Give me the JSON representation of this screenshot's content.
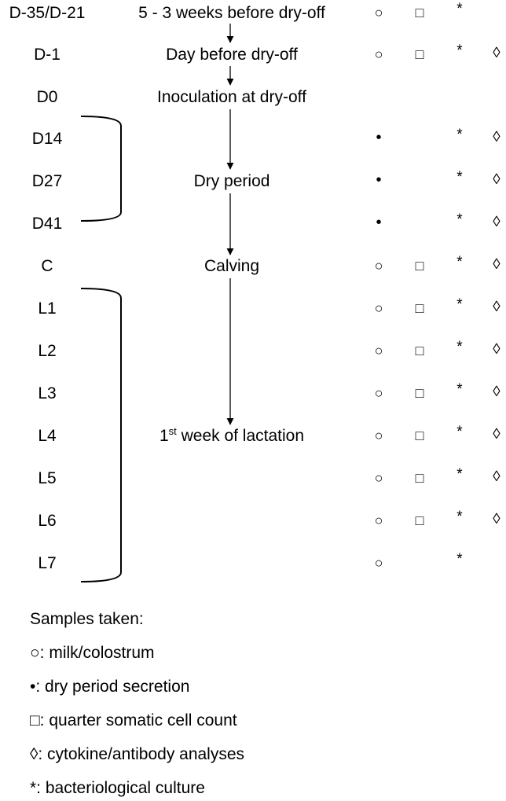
{
  "rows": [
    {
      "day": "D-35/D-21",
      "event": "5 - 3 weeks before dry-off",
      "circle": true,
      "dot": false,
      "square": true,
      "star": true,
      "diamond": false
    },
    {
      "day": "D-1",
      "event": "Day before dry-off",
      "circle": true,
      "dot": false,
      "square": true,
      "star": true,
      "diamond": true
    },
    {
      "day": "D0",
      "event": "Inoculation at dry-off",
      "circle": false,
      "dot": false,
      "square": false,
      "star": false,
      "diamond": false
    },
    {
      "day": "D14",
      "event": "",
      "circle": false,
      "dot": true,
      "square": false,
      "star": true,
      "diamond": true
    },
    {
      "day": "D27",
      "event": "Dry period",
      "circle": false,
      "dot": true,
      "square": false,
      "star": true,
      "diamond": true
    },
    {
      "day": "D41",
      "event": "",
      "circle": false,
      "dot": true,
      "square": false,
      "star": true,
      "diamond": true
    },
    {
      "day": "C",
      "event": "Calving",
      "circle": true,
      "dot": false,
      "square": true,
      "star": true,
      "diamond": true
    },
    {
      "day": "L1",
      "event": "",
      "circle": true,
      "dot": false,
      "square": true,
      "star": true,
      "diamond": true
    },
    {
      "day": "L2",
      "event": "",
      "circle": true,
      "dot": false,
      "square": true,
      "star": true,
      "diamond": true
    },
    {
      "day": "L3",
      "event": "",
      "circle": true,
      "dot": false,
      "square": true,
      "star": true,
      "diamond": true
    },
    {
      "day": "L4",
      "event": "",
      "circle": true,
      "dot": false,
      "square": true,
      "star": true,
      "diamond": true
    },
    {
      "day": "L5",
      "event": "",
      "circle": true,
      "dot": false,
      "square": true,
      "star": true,
      "diamond": true
    },
    {
      "day": "L6",
      "event": "",
      "circle": true,
      "dot": false,
      "square": true,
      "star": true,
      "diamond": true
    },
    {
      "day": "L7",
      "event": "",
      "circle": true,
      "dot": false,
      "square": false,
      "star": true,
      "diamond": false
    }
  ],
  "lactation_event": {
    "prefix": "1",
    "sup": "st",
    "rest": " week of lactation"
  },
  "symbols": {
    "circle": "○",
    "dot": "•",
    "square": "□",
    "star": "*",
    "diamond": "◊"
  },
  "legend": {
    "title": "Samples taken:",
    "items": [
      "○: milk/colostrum",
      "•: dry period secretion",
      "□: quarter somatic cell count",
      "◊: cytokine/antibody analyses",
      "*: bacteriological culture"
    ]
  }
}
